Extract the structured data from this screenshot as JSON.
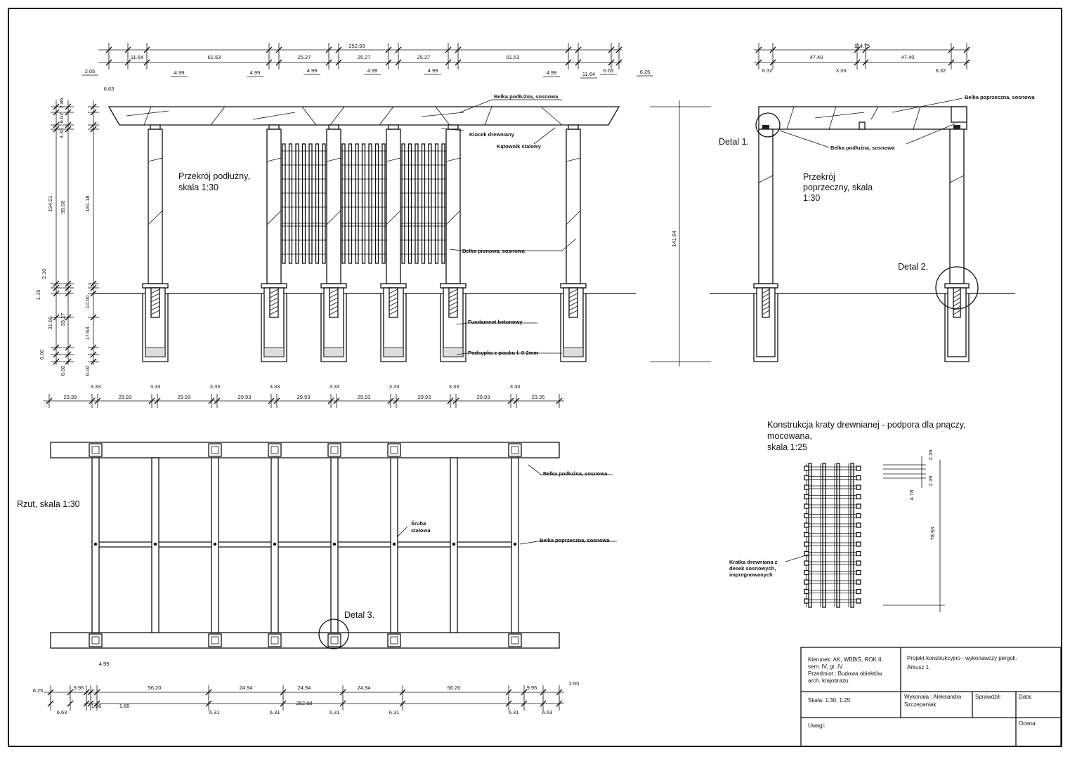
{
  "views": {
    "longitudinal_title": [
      "Przekrój podłużny,",
      "skala 1:30"
    ],
    "cross_title": [
      "Przekrój",
      "poprzeczny, skala",
      "1:30"
    ],
    "plan_title": "Rzut, skala 1:30",
    "trellis_title": [
      "Konstrukcja kraty drewnianej - podpora dla pnączy,",
      "mocowana,",
      "skala 1:25"
    ]
  },
  "notes": {
    "belka_podluzna": "Belka podłużna, sosnowa",
    "belka_poprzeczna": "Belka poprzeczna, sosnowa",
    "klocek": "Klocek drewniany",
    "katownik": "Kątownik stalowy",
    "belka_pionowa": "Belka pionowa, sosnowa",
    "fundament": "Fundament betonowy",
    "podsypka": "Podsypka z piasku f. 0-2mm",
    "sruba": [
      "Śruba",
      "stalowa"
    ],
    "kratka": [
      "Kratka drewniana z",
      "desek sosnowych,",
      "impregnowanych"
    ],
    "detal1": "Detal 1.",
    "detal2": "Detal 2.",
    "detal3": "Detal 3."
  },
  "dims": {
    "long_top_total": "252.93",
    "long_top_row": [
      "11.64",
      "61.53",
      "25.27",
      "25.27",
      "25.27",
      "61.53"
    ],
    "long_top_lower": [
      "2.05",
      "4.99",
      "4.99",
      "4.99",
      "4.99",
      "4.99",
      "4.99",
      "11.64",
      "6.63",
      "6.25"
    ],
    "long_top_extra": "6.63",
    "long_left_a": [
      "2.86",
      "6.02",
      "3.33",
      "194.01",
      "95.00",
      "2.10",
      "1.15",
      "31.60",
      "6.00",
      "6.00"
    ],
    "long_left_b": [
      "181.18",
      "10.00",
      "33.27",
      "17.63",
      "6.00"
    ],
    "cross_top_total": "114.75",
    "cross_top_row": [
      "47.40",
      "47.40"
    ],
    "cross_top_lower": [
      "6.32",
      "3.33",
      "6.32"
    ],
    "cross_height": "141.94",
    "plan_top_small": [
      "3.33",
      "3.33",
      "3.33",
      "3.33",
      "3.33",
      "3.33",
      "3.33",
      "3.33"
    ],
    "plan_top_row": [
      "23.39",
      "29.93",
      "29.93",
      "29.93",
      "29.93",
      "29.93",
      "29.93",
      "29.93",
      "23.35"
    ],
    "plan_bottom_row": [
      "9.95",
      "56.20",
      "24.94",
      "24.94",
      "24.94",
      "56.20",
      "9.95"
    ],
    "plan_bottom_left": [
      "4.99",
      "6.25",
      "1.66",
      "1.66"
    ],
    "plan_bottom_total": "252.88",
    "plan_bottom_lower": [
      "6.63",
      "6.31",
      "6.31",
      "6.31",
      "6.31",
      "6.31",
      "6.63"
    ],
    "plan_bottom_right": "2.05",
    "trellis": [
      "2.39",
      "2.39",
      "4.78",
      "78.93"
    ]
  },
  "title_block": {
    "kierunek": [
      "Kierunek: AK, WBBiŚ, ROK II,",
      "sem. IV, gr. IV",
      "Przedmiot : Budowa obiektów",
      "arch. krajobrazu."
    ],
    "projekt": [
      "Projekt konstrukcyjno - wykonawczy pergoli.",
      "Arkusz 1."
    ],
    "skala": "Skala: 1:30, 1:25",
    "wykonala": [
      "Wykonała : Aleksandra",
      "Szczepaniak"
    ],
    "sprawdzil": "Sprawdził:",
    "data": "Data:",
    "uwagi": "Uwagi:",
    "ocena": "Ocena:"
  }
}
